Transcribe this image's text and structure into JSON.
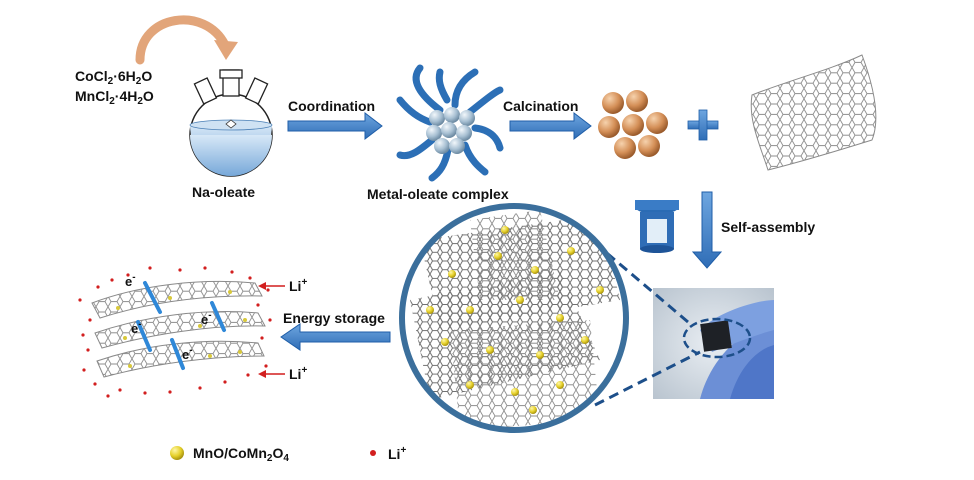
{
  "reagents": {
    "line1": {
      "pre": "CoCl",
      "sub": "2",
      "post": "·6H",
      "sub2": "2",
      "end": "O"
    },
    "line2": {
      "pre": "MnCl",
      "sub": "2",
      "post": "·4H",
      "sub2": "2",
      "end": "O"
    }
  },
  "labels": {
    "na_oleate": "Na-oleate",
    "coordination": "Coordination",
    "complex": "Metal-oleate complex",
    "calcination": "Calcination",
    "self_assembly": "Self-assembly",
    "energy_storage": "Energy storage",
    "electron": "e",
    "electron_sup": "-",
    "li_ion": "Li",
    "li_sup": "+"
  },
  "legend": {
    "mno": {
      "pre": "MnO/CoMn",
      "sub": "2",
      "mid": "O",
      "sub2": "4"
    },
    "li": {
      "text": "Li",
      "sup": "+"
    }
  },
  "colors": {
    "arrow_blue": "#3f7fc6",
    "arrow_blue_dark": "#1f5ea8",
    "orange_curve": "#e2a57a",
    "sphere_copper": "#d7935e",
    "sphere_silver": "#a9c4d8",
    "graphene": "#8a8a8a",
    "mno_yellow": "#e6d22a",
    "li_red": "#d21f1f",
    "circle_border": "#3b6f9c"
  }
}
